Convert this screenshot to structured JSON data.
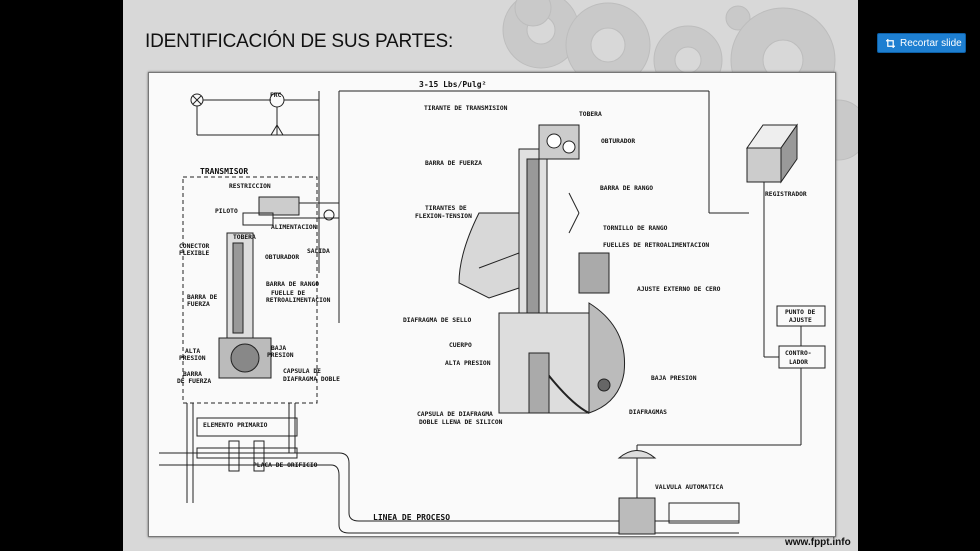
{
  "slide": {
    "title": "IDENTIFICACIÓN DE SUS PARTES:",
    "credit": "www.fppt.info"
  },
  "toolbar": {
    "crop_label": "Recortar slide",
    "crop_icon": "crop-icon"
  },
  "diagram": {
    "header_pressure": "3-15 Lbs/Pulg²",
    "left_labels": [
      "TRANSMISOR",
      "RESTRICCION",
      "PILOTO",
      "ALIMENTACION",
      "TOBERA",
      "SALIDA",
      "CONECTOR",
      "FLEXIBLE",
      "OBTURADOR",
      "BARRA DE RANGO",
      "FUELLE DE",
      "RETROALIMENTACION",
      "BARRA DE",
      "FUERZA",
      "ALTA",
      "PRESION",
      "BAJA",
      "PRESION",
      "BARRA",
      "DE FUERZA",
      "CAPSULA DE",
      "DIAFRAGMA DOBLE",
      "ELEMENTO PRIMARIO",
      "PLACA DE ORIFICIO",
      "FRC",
      "LINEA DE PROCESO"
    ],
    "center_labels": [
      "TIRANTE DE TRANSMISION",
      "TOBERA",
      "OBTURADOR",
      "BARRA DE FUERZA",
      "BARRA DE RANGO",
      "TIRANTES DE",
      "FLEXION-TENSION",
      "TORNILLO DE RANGO",
      "FUELLES DE RETROALIMENTACION",
      "AJUSTE EXTERNO DE CERO",
      "DIAFRAGMA DE SELLO",
      "CUERPO",
      "ALTA PRESION",
      "BAJA PRESION",
      "CAPSULA DE DIAFRAGMA",
      "DOBLE LLENA DE SILICON",
      "DIAFRAGMAS"
    ],
    "right_labels": [
      "REGISTRADOR",
      "PUNTO DE",
      "AJUSTE",
      "CONTRO-",
      "LADOR",
      "VALVULA AUTOMATICA"
    ]
  }
}
